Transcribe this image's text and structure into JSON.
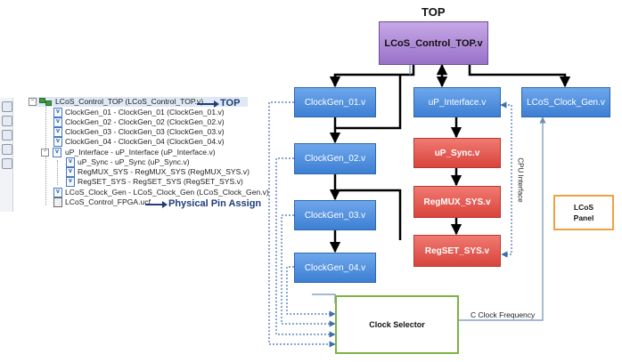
{
  "diagram": {
    "top_label": "TOP",
    "nodes": {
      "top": "LCoS_Control_TOP.v",
      "clockgen_01": "ClockGen_01.v",
      "clockgen_02": "ClockGen_02.v",
      "clockgen_03": "ClockGen_03.v",
      "clockgen_04": "ClockGen_04.v",
      "up_interface": "uP_Interface.v",
      "up_sync": "uP_Sync.v",
      "regmux": "RegMUX_SYS.v",
      "regset": "RegSET_SYS.v",
      "lcos_clock_gen": "LCoS_Clock_Gen.v",
      "clock_selector": "Clock Selector",
      "lcos_panel": "LCoS Panel"
    },
    "edge_labels": {
      "cpu_interface": "CPU Interface",
      "c_clock_frequency": "C Clock Frequency"
    },
    "colors": {
      "module_blue": "#3d7fd3",
      "module_red": "#d9443c",
      "top_purple": "#9a72c9",
      "selector_green": "#7cb342",
      "panel_orange": "#f0a040",
      "annotation_navy": "#1f3d7a"
    }
  },
  "hierarchy": {
    "items": [
      {
        "label": "LCoS_Control_TOP (LCoS_Control_TOP.v)",
        "icon": "hierarchy-top-icon"
      },
      {
        "label": "ClockGen_01 - ClockGen_01 (ClockGen_01.v)",
        "icon": "verilog-file-icon"
      },
      {
        "label": "ClockGen_02 - ClockGen_02 (ClockGen_02.v)",
        "icon": "verilog-file-icon"
      },
      {
        "label": "ClockGen_03 - ClockGen_03 (ClockGen_03.v)",
        "icon": "verilog-file-icon"
      },
      {
        "label": "ClockGen_04 - ClockGen_04 (ClockGen_04.v)",
        "icon": "verilog-file-icon"
      },
      {
        "label": "uP_Interface - uP_Interface (uP_Interface.v)",
        "icon": "verilog-file-icon"
      },
      {
        "label": "uP_Sync - uP_Sync (uP_Sync.v)",
        "icon": "verilog-file-icon"
      },
      {
        "label": "RegMUX_SYS - RegMUX_SYS (RegMUX_SYS.v)",
        "icon": "verilog-file-icon"
      },
      {
        "label": "RegSET_SYS - RegSET_SYS (RegSET_SYS.v)",
        "icon": "verilog-file-icon"
      },
      {
        "label": "LCoS_Clock_Gen - LCoS_Clock_Gen (LCoS_Clock_Gen.v)",
        "icon": "verilog-file-icon"
      },
      {
        "label": "LCoS_Control_FPGA.ucf",
        "icon": "constraint-file-icon"
      }
    ],
    "top_annotation": "TOP",
    "pin_annotation": "Physical Pin Assign"
  }
}
